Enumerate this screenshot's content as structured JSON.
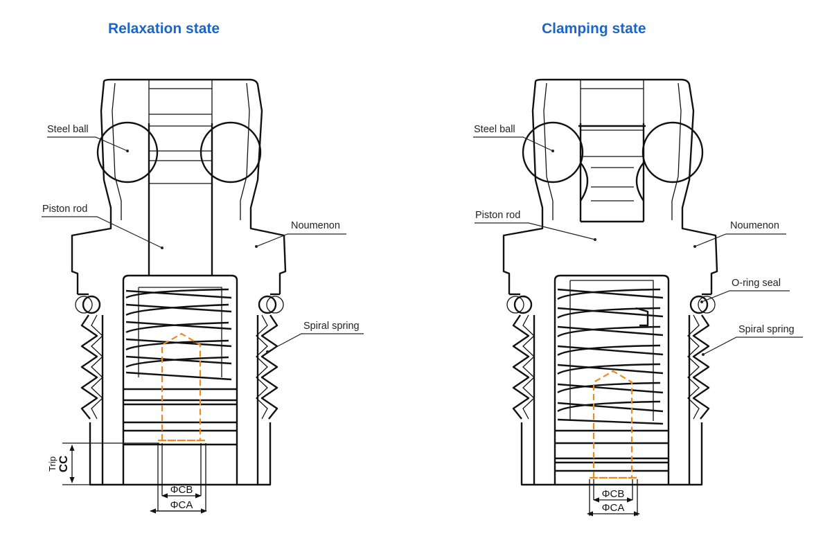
{
  "titles": {
    "left": "Relaxation state",
    "right": "Clamping state"
  },
  "labels": {
    "steel_ball": "Steel ball",
    "piston_rod": "Piston rod",
    "noumenon": "Noumenon",
    "oring_seal": "O-ring seal",
    "spiral_spring": "Spiral spring"
  },
  "dimensions": {
    "phi_cb": "ΦCB",
    "phi_ca": "ΦCA",
    "trip": "Trip",
    "cc": "CC"
  },
  "colors": {
    "title": "#1a66c8",
    "dashed_outline": "#ee8a1c",
    "line": "#111111"
  }
}
